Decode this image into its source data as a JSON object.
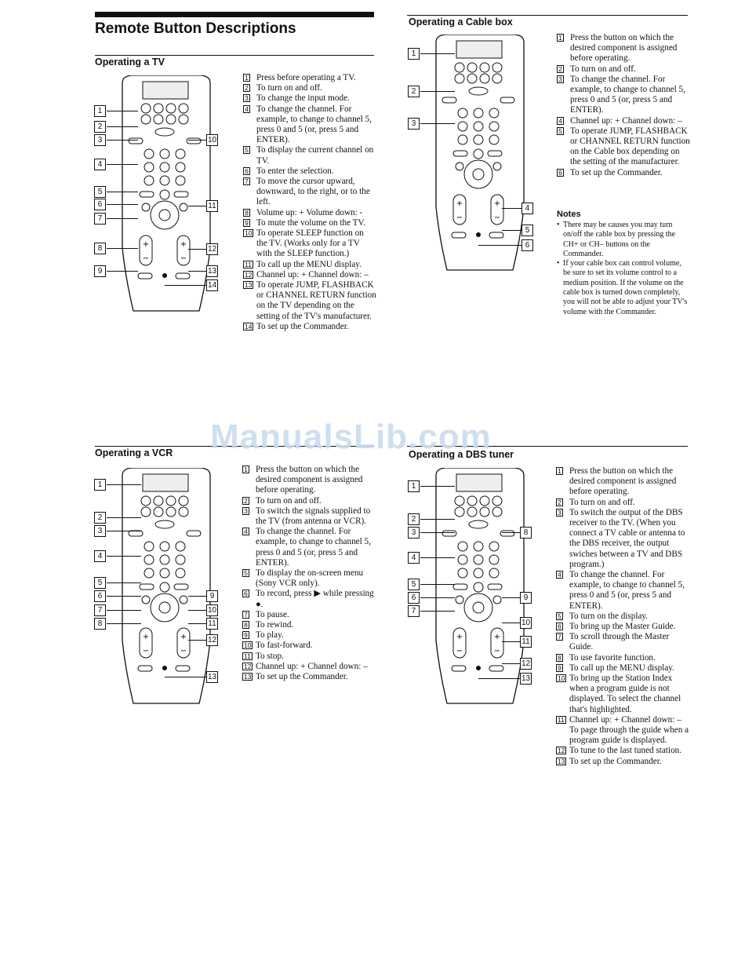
{
  "page_title": "Remote Button Descriptions",
  "watermark": "ManualsLib.com",
  "sections": {
    "tv": {
      "title": "Operating a TV",
      "items": [
        {
          "num": "1",
          "text": "Press before operating a TV."
        },
        {
          "num": "2",
          "text": "To turn on and off."
        },
        {
          "num": "3",
          "text": "To change the input mode."
        },
        {
          "num": "4",
          "text": "To change the channel. For example, to change to channel 5, press 0 and 5 (or, press 5 and ENTER)."
        },
        {
          "num": "5",
          "text": "To display the current channel on TV."
        },
        {
          "num": "6",
          "text": "To enter the selection."
        },
        {
          "num": "7",
          "text": "To move the cursor upward, downward, to the right, or to the left."
        },
        {
          "num": "8",
          "text": "Volume up: + Volume down: -"
        },
        {
          "num": "9",
          "text": "To mute the volume on the TV."
        },
        {
          "num": "10",
          "text": "To operate SLEEP function on the TV. (Works only for a TV with the SLEEP function.)"
        },
        {
          "num": "11",
          "text": "To call up the MENU display."
        },
        {
          "num": "12",
          "text": "Channel up: + Channel down: –"
        },
        {
          "num": "13",
          "text": "To operate JUMP, FLASHBACK or CHANNEL RETURN function on the TV depending on the setting of the TV's manufacturer."
        },
        {
          "num": "14",
          "text": "To set up the Commander."
        }
      ]
    },
    "cable": {
      "title": "Operating a Cable box",
      "items": [
        {
          "num": "1",
          "text": "Press the button on which the desired component is assigned before operating."
        },
        {
          "num": "2",
          "text": "To turn on and off."
        },
        {
          "num": "3",
          "text": "To change the channel. For example, to change to channel 5, press 0 and 5 (or, press 5 and ENTER)."
        },
        {
          "num": "4",
          "text": "Channel up: + Channel down: –"
        },
        {
          "num": "5",
          "text": "To operate JUMP, FLASHBACK or CHANNEL RETURN function on the Cable box depending on the setting of the manufacturer."
        },
        {
          "num": "6",
          "text": "To set up the Commander."
        }
      ],
      "notes_title": "Notes",
      "notes": [
        "There may be causes you may turn on/off the cable box by pressing the CH+ or CH– buttons on the Commander.",
        "If your cable box can control volume, be sure to set its volume control to a medium position. If the volume on the cable box is turned down completely, you will not be able to adjust your TV's volume with the Commander."
      ]
    },
    "vcr": {
      "title": "Operating a VCR",
      "items": [
        {
          "num": "1",
          "text": "Press the button on which the desired component is assigned before operating."
        },
        {
          "num": "2",
          "text": "To turn on and off."
        },
        {
          "num": "3",
          "text": "To switch the signals supplied to the TV (from antenna or VCR)."
        },
        {
          "num": "4",
          "text": "To change the channel. For example, to change to channel 5, press 0 and 5 (or, press 5 and ENTER)."
        },
        {
          "num": "5",
          "text": "To display the on-screen menu (Sony VCR only)."
        },
        {
          "num": "6",
          "text": "To record, press ▶ while pressing ●."
        },
        {
          "num": "7",
          "text": "To pause."
        },
        {
          "num": "8",
          "text": "To rewind."
        },
        {
          "num": "9",
          "text": "To play."
        },
        {
          "num": "10",
          "text": "To fast-forward."
        },
        {
          "num": "11",
          "text": "To stop."
        },
        {
          "num": "12",
          "text": "Channel up: + Channel down: –"
        },
        {
          "num": "13",
          "text": "To set up the Commander."
        }
      ]
    },
    "dbs": {
      "title": "Operating a DBS tuner",
      "items": [
        {
          "num": "1",
          "text": "Press the button on which the desired component is assigned before operating."
        },
        {
          "num": "2",
          "text": "To turn on and off."
        },
        {
          "num": "3",
          "text": "To switch the output of the DBS receiver to the TV. (When you connect a TV cable or antenna to the DBS receiver, the output swiches between a TV and DBS program.)"
        },
        {
          "num": "4",
          "text": "To change the channel. For example, to change to channel 5, press 0 and 5 (or, press 5 and ENTER)."
        },
        {
          "num": "5",
          "text": "To turn on the display."
        },
        {
          "num": "6",
          "text": "To bring up the Master Guide."
        },
        {
          "num": "7",
          "text": "To scroll through the Master Guide."
        },
        {
          "num": "8",
          "text": "To use favorite function."
        },
        {
          "num": "9",
          "text": "To call up the MENU display."
        },
        {
          "num": "10",
          "text": "To bring up the Station Index when a program guide is not displayed. To select the channel that's highlighted."
        },
        {
          "num": "11",
          "text": "Channel up: + Channel down: – To page through the guide when a program guide is displayed."
        },
        {
          "num": "12",
          "text": "To tune to the last tuned station."
        },
        {
          "num": "13",
          "text": "To set up the Commander."
        }
      ]
    }
  }
}
